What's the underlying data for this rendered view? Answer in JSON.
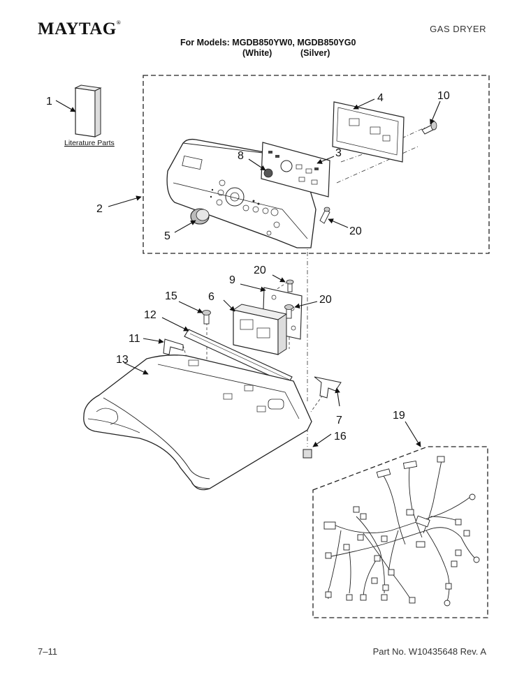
{
  "header": {
    "brand": "MAYTAG",
    "product": "GAS DRYER",
    "models_line": "For Models: MGDB850YW0, MGDB850YG0",
    "color_white": "(White)",
    "color_silver": "(Silver)"
  },
  "literature_label": "Literature Parts",
  "callouts": {
    "c1": "1",
    "c2": "2",
    "c3": "3",
    "c4": "4",
    "c5": "5",
    "c6": "6",
    "c7": "7",
    "c8": "8",
    "c9": "9",
    "c10": "10",
    "c11": "11",
    "c12": "12",
    "c13": "13",
    "c15": "15",
    "c16": "16",
    "c19": "19",
    "c20a": "20",
    "c20b": "20",
    "c20c": "20"
  },
  "footer": {
    "page": "7–11",
    "part_number": "Part No. W10435648 Rev. A"
  }
}
